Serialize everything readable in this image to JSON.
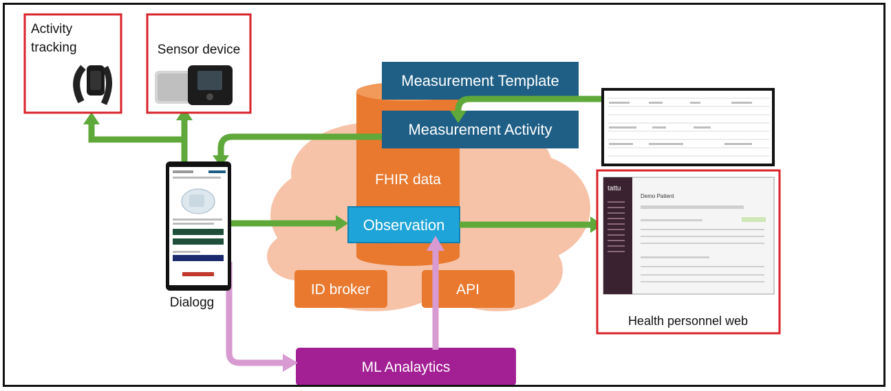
{
  "boxes": {
    "activity_tracking": "Activity\ntracking",
    "sensor_device": "Sensor device",
    "measurement_template": "Measurement Template",
    "measurement_activity": "Measurement Activity",
    "fhir_data": "FHIR data",
    "observation": "Observation",
    "id_broker": "ID broker",
    "api": "API",
    "ml_analytics": "ML Analaytics",
    "dialogg": "Dialogg",
    "health_personnel_web": "Health personnel  web"
  },
  "colors": {
    "red_border": "#d8222a",
    "green_arrow": "#5fa83a",
    "dark_blue": "#1f5f86",
    "orange": "#e8792f",
    "light_blue": "#1ea4d8",
    "cloud": "#f7c3a8",
    "purple": "#a31f94",
    "pink_arrow": "#d79ad1"
  },
  "screenshot_web": {
    "brand": "tattu",
    "title": "Demo Patient"
  }
}
